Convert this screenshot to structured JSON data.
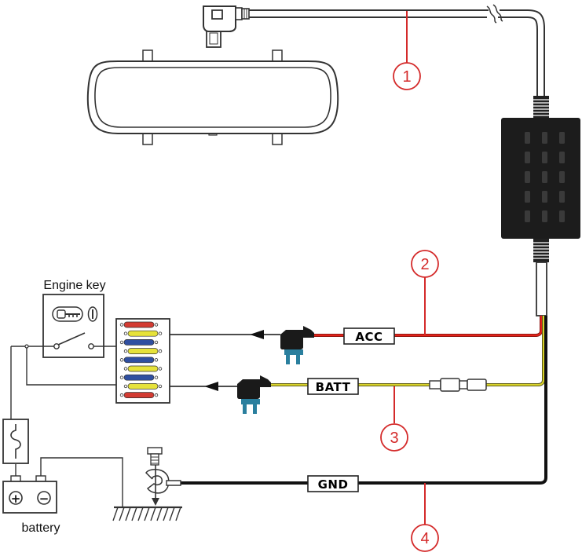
{
  "labels": {
    "engine_key": "Engine key",
    "battery": "battery",
    "acc": "ACC",
    "batt": "BATT",
    "gnd": "GND"
  },
  "callouts": [
    "1",
    "2",
    "3",
    "4"
  ],
  "battery_terminals": {
    "positive": "+",
    "negative": "−"
  },
  "colors": {
    "acc_wire": "#e2231a",
    "batt_wire": "#d8d22a",
    "gnd_wire": "#111111",
    "callout": "#d42a2a",
    "module_body": "#1c1c1c",
    "fuse_red": "#d33b32",
    "fuse_yellow": "#e6e23a",
    "fuse_blue": "#2f4fa0",
    "fuse_tap": "#2a7f9e"
  }
}
